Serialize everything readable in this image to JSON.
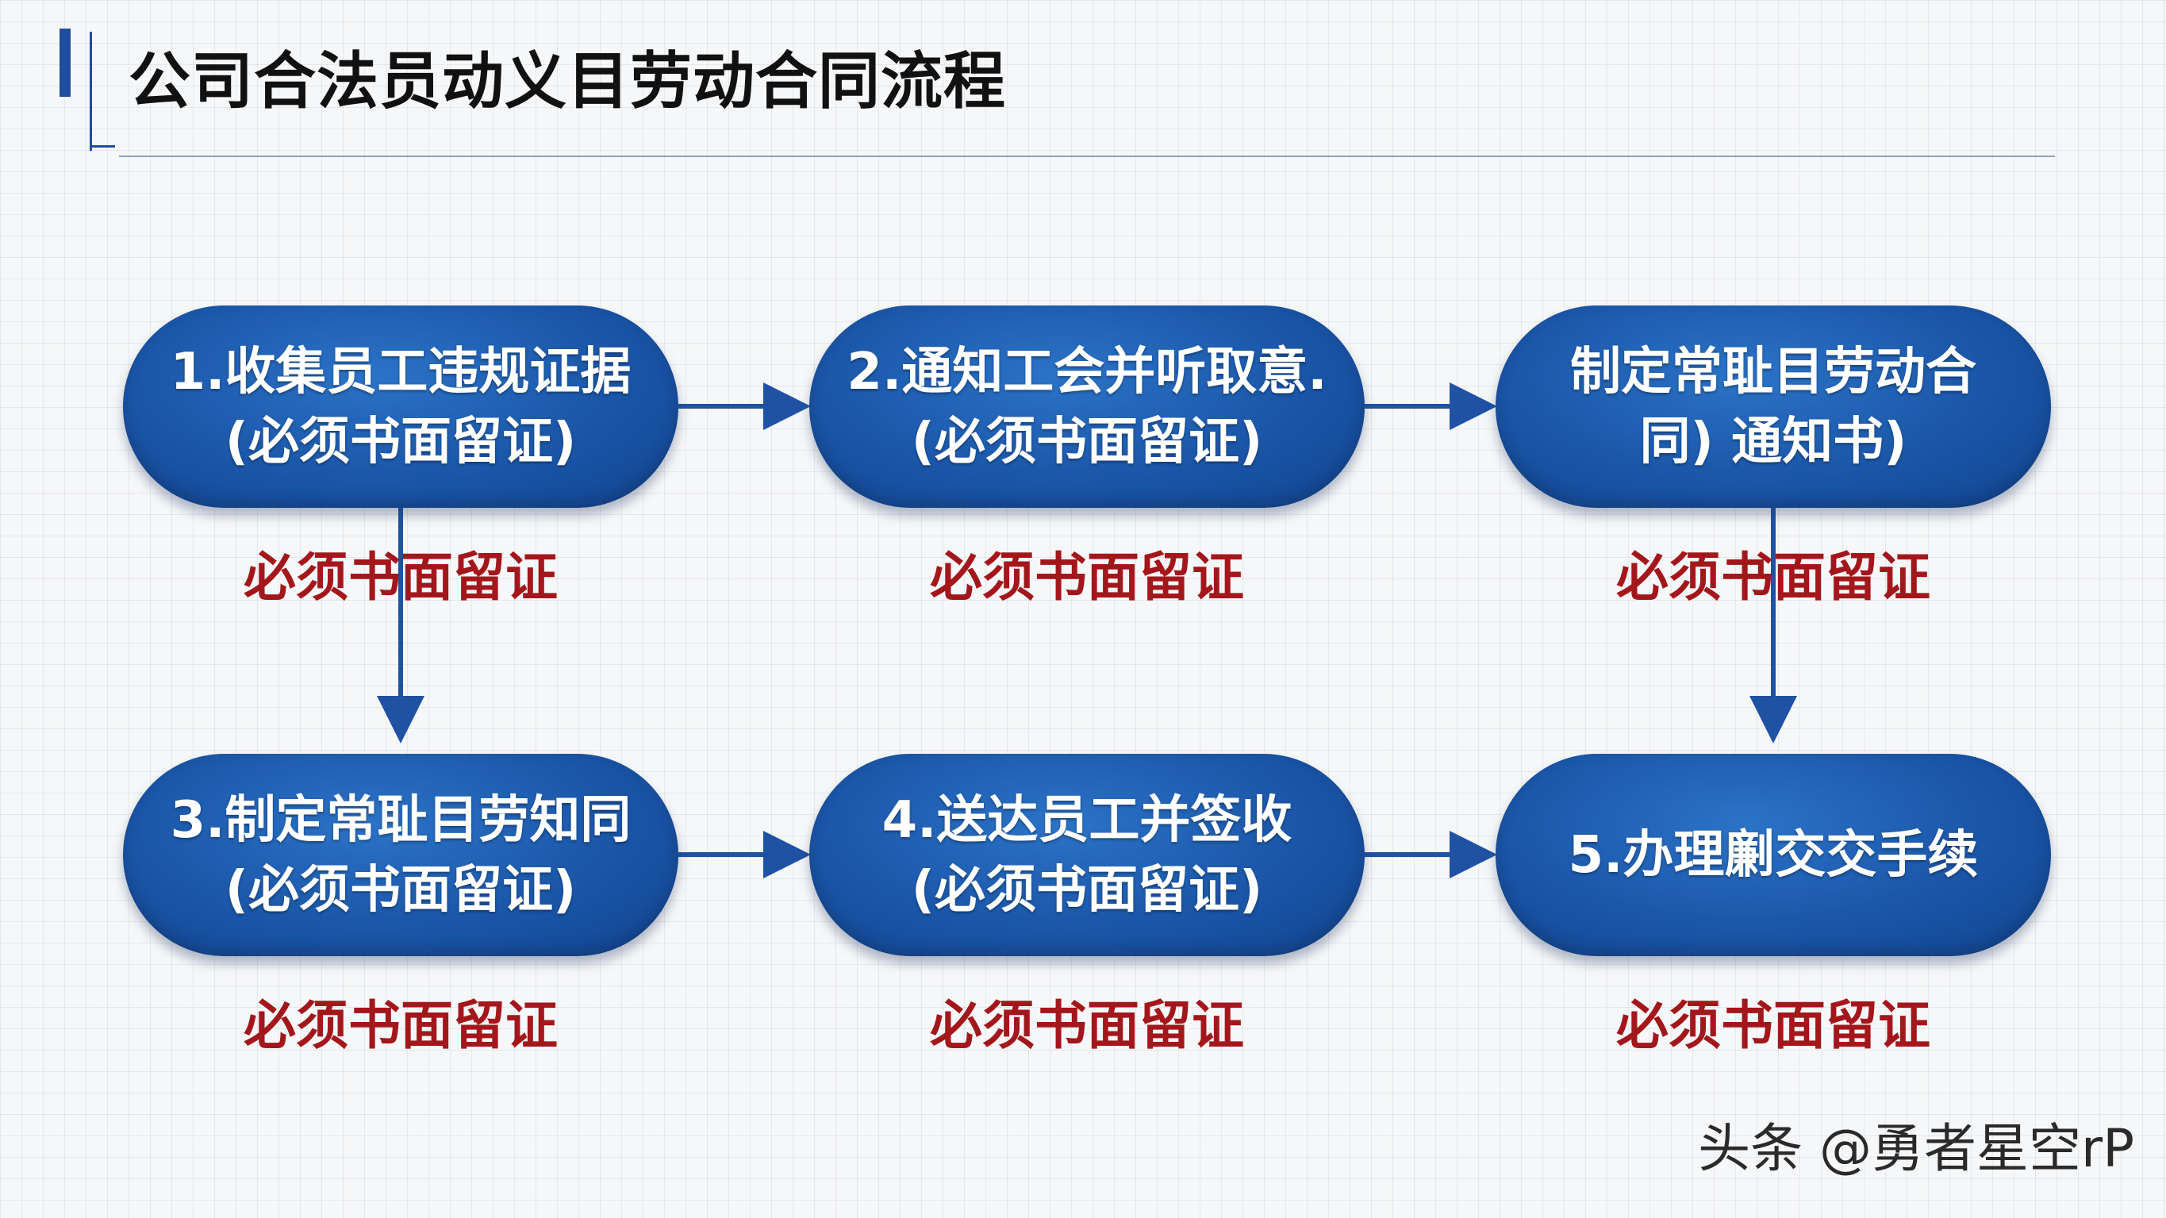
{
  "title": "公司合法员动义目劳动合同流程",
  "colors": {
    "node_fill": "#1b56a8",
    "node_text": "#ffffff",
    "note_text": "#a3171c",
    "arrow": "#1f52a3",
    "title_text": "#111111"
  },
  "nodes": [
    {
      "lines": [
        "1.收集员工违规证据",
        "(必须书面留证)"
      ],
      "note": "必须书面留证"
    },
    {
      "lines": [
        "2.通知工会并听取意.",
        "(必须书面留证)"
      ],
      "note": "必须书面留证"
    },
    {
      "lines": [
        "制定常耻目劳动合",
        "同) 通知书)"
      ],
      "note": "必须书面留证"
    },
    {
      "lines": [
        "3.制定常耻目劳知同",
        "(必须书面留证)"
      ],
      "note": "必须书面留证"
    },
    {
      "lines": [
        "4.送达员工并签收",
        "(必须书面留证)"
      ],
      "note": "必须书面留证"
    },
    {
      "lines": [
        "5.办理劆交交手续"
      ],
      "note": "必须书面留证"
    }
  ],
  "watermark": "头条 @勇者星空rP"
}
